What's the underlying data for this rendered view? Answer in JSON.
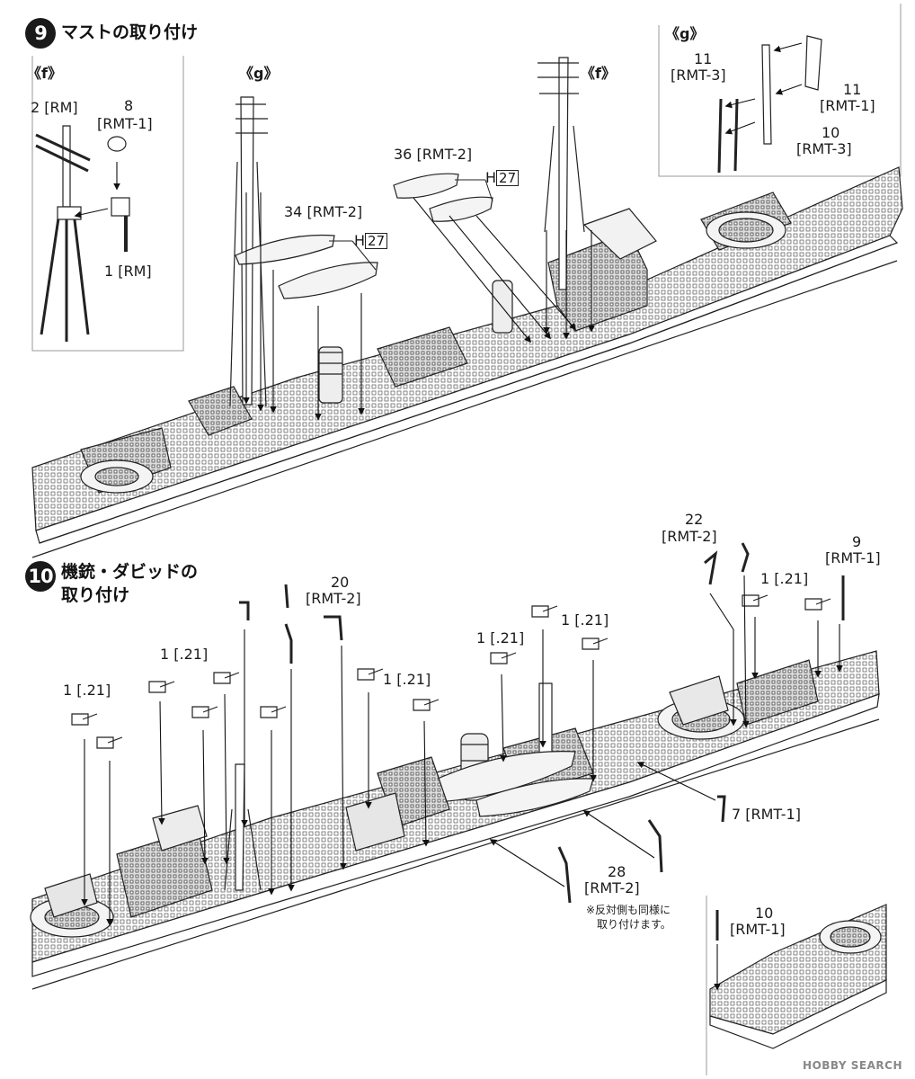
{
  "step9": {
    "number": "9",
    "title": "マストの取り付け",
    "f_detail": {
      "marker": "《f》",
      "part_top_left": "2 [RM]",
      "part_8_num": "8",
      "part_8_code": "[RMT-1]",
      "part_1": "1 [RM]"
    },
    "g_detail": {
      "marker": "《g》",
      "part_11a_num": "11",
      "part_11a_code": "[RMT-3]",
      "part_11b_num": "11",
      "part_11b_code": "[RMT-1]",
      "part_10_num": "10",
      "part_10_code": "[RMT-3]"
    },
    "marker_g_ship": "《g》",
    "marker_f_ship": "《f》",
    "boat_34": "34 [RMT-2]",
    "boat_36": "36 [RMT-2]",
    "h_prefix_1": "H",
    "h_box_1": "27",
    "h_prefix_2": "H",
    "h_box_2": "27"
  },
  "step10": {
    "number": "10",
    "title_line1": "機銃・ダビッドの",
    "title_line2": "取り付け",
    "gun_label_1": "1 [.21]",
    "gun_label_2": "1 [.21]",
    "gun_label_3": "1 [.21]",
    "gun_label_4": "1 [.21]",
    "gun_label_5": "1 [.21]",
    "gun_label_6": "1 [.21]",
    "part_20_num": "20",
    "part_20_code": "[RMT-2]",
    "part_22_num": "22",
    "part_22_code": "[RMT-2]",
    "part_9_num": "9",
    "part_9_code": "[RMT-1]",
    "part_7": "7 [RMT-1]",
    "part_28_num": "28",
    "part_28_code": "[RMT-2]",
    "note_line1": "※反対側も同様に",
    "note_line2": "取り付けます。",
    "part_10_num": "10",
    "part_10_code": "[RMT-1]"
  },
  "watermark": "HOBBY SEARCH"
}
